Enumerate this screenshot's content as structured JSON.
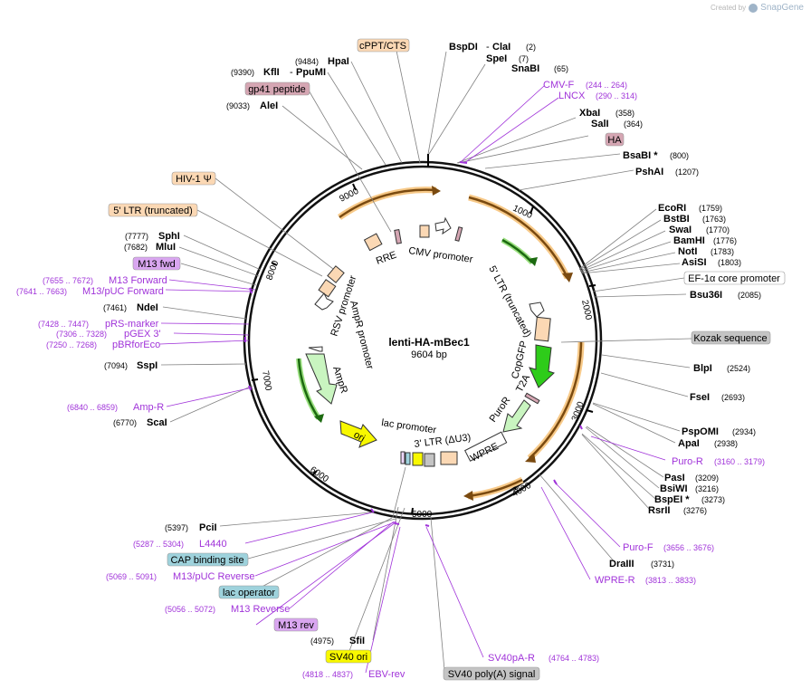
{
  "credit": {
    "created_by": "Created by",
    "brand": "SnapGene",
    "logo_icon": "snapgene-logo-icon"
  },
  "plasmid": {
    "name": "lenti-HA-mBec1",
    "size_label": "9604 bp",
    "length": 9604
  },
  "ticks": [
    "1000",
    "2000",
    "3000",
    "4000",
    "5000",
    "6000",
    "7000",
    "8000",
    "9000"
  ],
  "colors": {
    "enzyme": "#000000",
    "primer": "#a033d9",
    "orange": "#f0a030",
    "orange_dark": "#7a4a10",
    "green": "#2ecc1a",
    "light_green": "#c9f5c0",
    "peach": "#fbd8b4",
    "pink": "#d5a6b3",
    "yellow": "#f8f800",
    "grey": "#c4c4c4",
    "blue_box": "#9ed2dc",
    "violet_box": "#d9a6f0"
  },
  "enzymes": [
    {
      "name": "BspDI",
      "pos": "(2)",
      "star": false
    },
    {
      "name": "ClaI",
      "pos": "",
      "star": false
    },
    {
      "name": "SpeI",
      "pos": "(7)",
      "star": false
    },
    {
      "name": "SnaBI",
      "pos": "(65)",
      "star": false
    },
    {
      "name": "XbaI",
      "pos": "(358)",
      "star": false
    },
    {
      "name": "SalI",
      "pos": "(364)",
      "star": false
    },
    {
      "name": "BsaBI",
      "pos": "(800)",
      "star": true
    },
    {
      "name": "PshAI",
      "pos": "(1207)",
      "star": false
    },
    {
      "name": "EcoRI",
      "pos": "(1759)",
      "star": false
    },
    {
      "name": "BstBI",
      "pos": "(1763)",
      "star": false
    },
    {
      "name": "SwaI",
      "pos": "(1770)",
      "star": false
    },
    {
      "name": "BamHI",
      "pos": "(1776)",
      "star": false
    },
    {
      "name": "NotI",
      "pos": "(1783)",
      "star": false
    },
    {
      "name": "AsiSI",
      "pos": "(1803)",
      "star": false
    },
    {
      "name": "Bsu36I",
      "pos": "(2085)",
      "star": false
    },
    {
      "name": "BlpI",
      "pos": "(2524)",
      "star": false
    },
    {
      "name": "FseI",
      "pos": "(2693)",
      "star": false
    },
    {
      "name": "PspOMI",
      "pos": "(2934)",
      "star": false
    },
    {
      "name": "ApaI",
      "pos": "(2938)",
      "star": false
    },
    {
      "name": "PasI",
      "pos": "(3209)",
      "star": false
    },
    {
      "name": "BsiWI",
      "pos": "(3216)",
      "star": false
    },
    {
      "name": "BspEI",
      "pos": "(3273)",
      "star": true
    },
    {
      "name": "RsrII",
      "pos": "(3276)",
      "star": false
    },
    {
      "name": "DraIII",
      "pos": "(3731)",
      "star": false
    },
    {
      "name": "SfiI",
      "pos": "(4975)",
      "star": false
    },
    {
      "name": "PciI",
      "pos": "(5397)",
      "star": false
    },
    {
      "name": "ScaI",
      "pos": "(6770)",
      "star": false
    },
    {
      "name": "SspI",
      "pos": "(7094)",
      "star": false
    },
    {
      "name": "NdeI",
      "pos": "(7461)",
      "star": false
    },
    {
      "name": "MluI",
      "pos": "(7682)",
      "star": false
    },
    {
      "name": "SphI",
      "pos": "(7777)",
      "star": false
    },
    {
      "name": "AleI",
      "pos": "(9033)",
      "star": false
    },
    {
      "name": "KflI",
      "pos": "(9390)",
      "star": false
    },
    {
      "name": "PpuMI",
      "pos": "",
      "star": false
    },
    {
      "name": "HpaI",
      "pos": "(9484)",
      "star": false
    }
  ],
  "primers": [
    {
      "name": "CMV-F",
      "pos": "(244 .. 264)"
    },
    {
      "name": "LNCX",
      "pos": "(290 .. 314)"
    },
    {
      "name": "Puro-R",
      "pos": "(3160 .. 3179)"
    },
    {
      "name": "Puro-F",
      "pos": "(3656 .. 3676)"
    },
    {
      "name": "WPRE-R",
      "pos": "(3813 .. 3833)"
    },
    {
      "name": "SV40pA-R",
      "pos": "(4764 .. 4783)"
    },
    {
      "name": "EBV-rev",
      "pos": "(4818 .. 4837)"
    },
    {
      "name": "M13 Reverse",
      "pos": "(5056 .. 5072)"
    },
    {
      "name": "M13/pUC Reverse",
      "pos": "(5069 .. 5091)"
    },
    {
      "name": "L4440",
      "pos": "(5287 .. 5304)"
    },
    {
      "name": "Amp-R",
      "pos": "(6840 .. 6859)"
    },
    {
      "name": "pBRforEco",
      "pos": "(7250 .. 7268)"
    },
    {
      "name": "pGEX 3'",
      "pos": "(7306 .. 7328)"
    },
    {
      "name": "pRS-marker",
      "pos": "(7428 .. 7447)"
    },
    {
      "name": "M13/pUC Forward",
      "pos": "(7641 .. 7663)"
    },
    {
      "name": "M13 Forward",
      "pos": "(7655 .. 7672)"
    }
  ],
  "boxed_labels": [
    {
      "name": "cPPT/CTS",
      "style": "peach"
    },
    {
      "name": "gp41 peptide",
      "style": "pink"
    },
    {
      "name": "HA",
      "style": "pink"
    },
    {
      "name": "HIV-1 Ψ",
      "style": "peach"
    },
    {
      "name": "5' LTR (truncated)",
      "style": "peach"
    },
    {
      "name": "M13 fwd",
      "style": "violet"
    },
    {
      "name": "EF-1α core promoter",
      "style": "white"
    },
    {
      "name": "Kozak sequence",
      "style": "grey"
    },
    {
      "name": "CAP binding site",
      "style": "blue"
    },
    {
      "name": "lac operator",
      "style": "blue"
    },
    {
      "name": "M13 rev",
      "style": "violet"
    },
    {
      "name": "SV40 ori",
      "style": "yellow"
    },
    {
      "name": "SV40 poly(A) signal",
      "style": "grey"
    }
  ],
  "inner_labels": [
    "CMV promoter",
    "RRE",
    "5' LTR (truncated)",
    "RSV promoter",
    "AmpR promoter",
    "AmpR",
    "CopGFP",
    "T2A",
    "PuroR",
    "WPRE",
    "3' LTR (ΔU3)",
    "lac promoter",
    "ori"
  ]
}
